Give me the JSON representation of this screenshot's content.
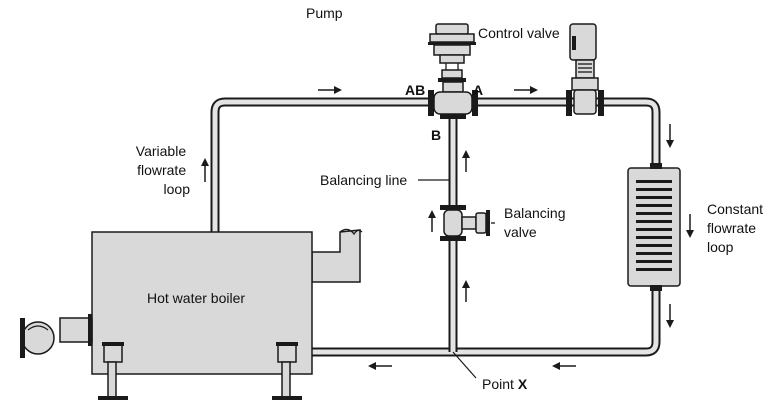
{
  "labels": {
    "pump": "Pump",
    "control_valve": "Control valve",
    "port_ab": "AB",
    "port_a": "A",
    "port_b": "B",
    "variable_loop": [
      "Variable",
      "flowrate",
      "loop"
    ],
    "constant_loop": [
      "Constant",
      "flowrate",
      "loop"
    ],
    "balancing_line": "Balancing line",
    "balancing_valve": [
      "Balancing",
      "valve"
    ],
    "boiler": "Hot water boiler",
    "point_x": "Point ",
    "point_x_letter": "X"
  },
  "colors": {
    "pipe_outline": "#1a1a1a",
    "pipe_fill": "#e4e4e4",
    "equipment_fill": "#d9d9d9"
  },
  "icons": {
    "flow_arrow": "arrow-icon"
  }
}
